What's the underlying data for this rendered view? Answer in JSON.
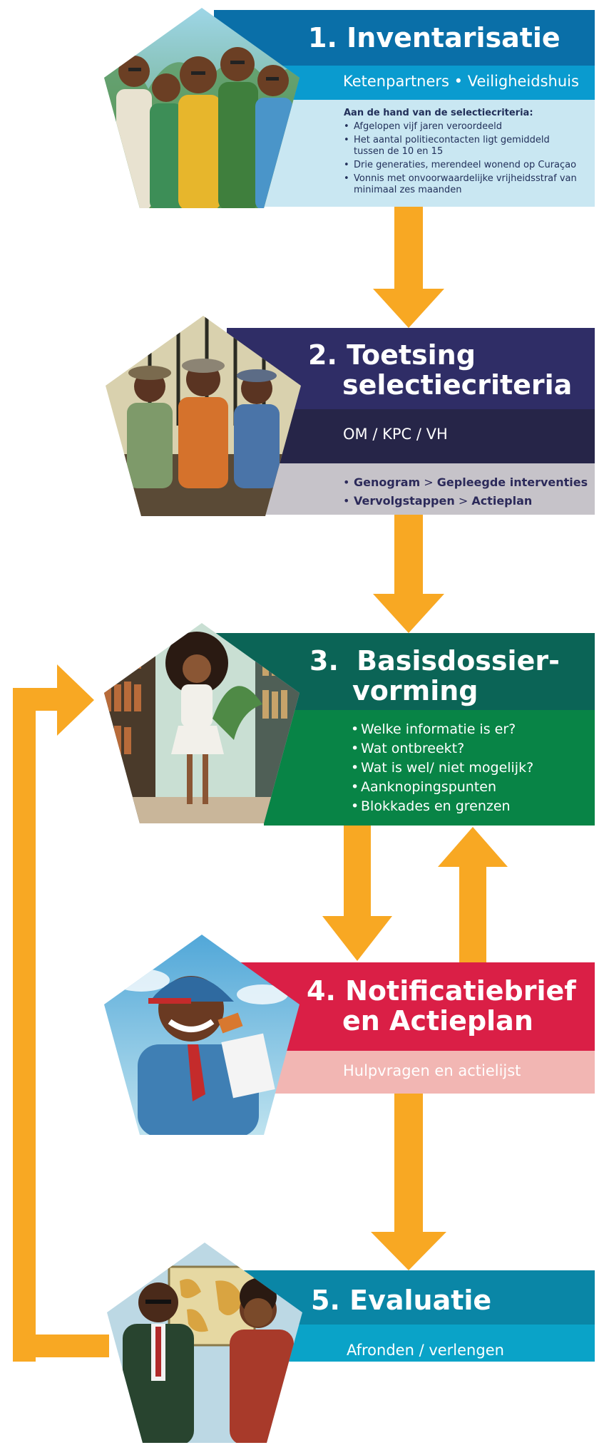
{
  "steps": [
    {
      "number": "1.",
      "title_lines": [
        "Inventarisatie"
      ],
      "subtitle": "Ketenpartners • Veiligheidshuis",
      "body_heading": "Aan de hand van de selectiecriteria:",
      "items": [
        "Afgelopen vijf jaren veroordeeld",
        "Het aantal politiecontacten ligt gemiddeld tussen de 10 en 15",
        "Drie generaties, merendeel wonend op Curaçao",
        "Vonnis met onvoorwaardelijke vrijheidsstraf van minimaal zes maanden"
      ],
      "colors": {
        "title_band": "#0a6fa8",
        "sub_band": "#0a9bcf",
        "body_band": "#c9e7f2",
        "body_text": "#22305a"
      }
    },
    {
      "number": "2.",
      "title_lines": [
        "Toetsing",
        "selectiecriteria"
      ],
      "subtitle": "OM / KPC / VH",
      "items_rich": [
        {
          "a": "Genogram",
          "sep": " > ",
          "b": "Gepleegde interventies"
        },
        {
          "a": "Vervolgstappen",
          "sep": " > ",
          "b": "Actieplan"
        }
      ],
      "colors": {
        "title_band": "#2f2d66",
        "sub_band": "#262548",
        "body_band": "#c6c3c9",
        "body_text": "#2c2a5a"
      }
    },
    {
      "number": "3.",
      "title_lines": [
        "Basisdossier-",
        "vorming"
      ],
      "items": [
        "Welke informatie is er?",
        "Wat ontbreekt?",
        "Wat is wel/ niet mogelijk?",
        "Aanknopingspunten",
        "Blokkades en grenzen"
      ],
      "colors": {
        "title_band": "#0b6456",
        "body_band": "#088446"
      }
    },
    {
      "number": "4.",
      "title_lines": [
        "Notificatiebrief",
        "en Actieplan"
      ],
      "subtitle": "Hulpvragen en actielijst",
      "colors": {
        "title_band": "#da1f46",
        "sub_band": "#f2b6b3"
      }
    },
    {
      "number": "5.",
      "title_lines": [
        "Evaluatie"
      ],
      "subtitle": "Afronden / verlengen",
      "colors": {
        "title_band": "#0a86a6",
        "sub_band": "#0aa3c8"
      }
    }
  ],
  "illustrations": [
    {
      "icon": "group-of-men-illustration"
    },
    {
      "icon": "three-seated-men-illustration"
    },
    {
      "icon": "woman-in-library-illustration"
    },
    {
      "icon": "postman-with-letter-illustration"
    },
    {
      "icon": "two-people-with-map-illustration"
    }
  ],
  "arrow_color": "#f8a823"
}
